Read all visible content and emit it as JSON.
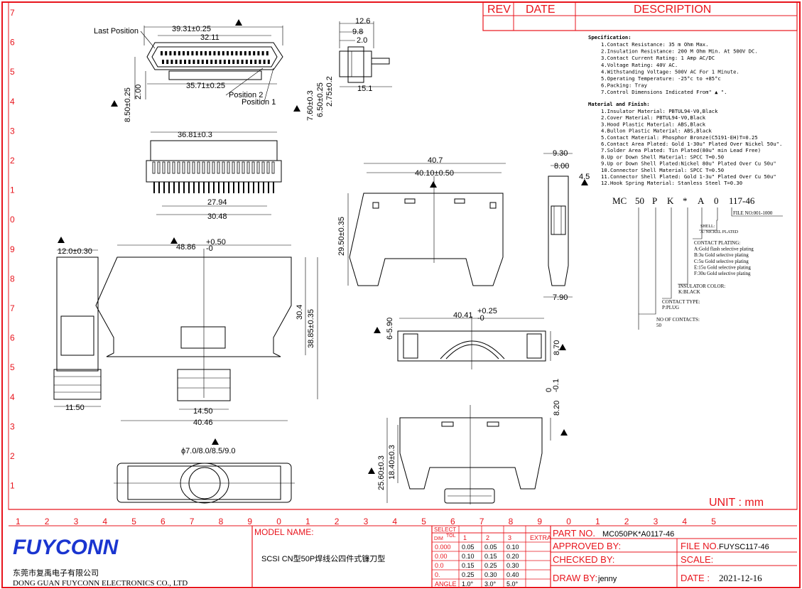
{
  "revision_table": {
    "rev": "REV",
    "date": "DATE",
    "description": "DESCRIPTION"
  },
  "grid": {
    "left_numbers": [
      "7",
      "6",
      "5",
      "4",
      "3",
      "2",
      "1",
      "0",
      "9",
      "8",
      "7",
      "6",
      "5",
      "4",
      "3",
      "2",
      "1"
    ],
    "bottom_numbers": [
      "1",
      "2",
      "3",
      "4",
      "5",
      "6",
      "7",
      "8",
      "9",
      "0",
      "1",
      "2",
      "3",
      "4",
      "5",
      "6",
      "7",
      "8",
      "9",
      "0",
      "1",
      "2",
      "3",
      "4",
      "5"
    ]
  },
  "specification": {
    "title": "Specification:",
    "items": [
      "1.Contact Resistance: 35 m Ohm Max.",
      "2.Insulation Resistance: 200 M Ohm Min. At 500V DC.",
      "3.Contact Current Rating: 1 Amp AC/DC",
      "4.Voltage Rating: 40V AC.",
      "4.Withstanding Voltage: 500V AC For 1 Minute.",
      "5.Operating Temperature: -25°c to +85°c",
      "6.Packing: Tray",
      "7.Control Dimensions Indicated From\" ▲ \"."
    ]
  },
  "materials": {
    "title": "Material and Finish:",
    "items": [
      "1.Insulator Material: PBTUL94-V0,Black",
      "2.Cover Material: PBTUL94-V0,Black",
      "3.Hood Plastic Material: ABS,Black",
      "4.Bullon Plastic Material: ABS,Black",
      "5.Contact Material: Phosphor Bronze(C5191-EH)T=0.25",
      "6.Contact Area Plated: Gold 1-30u\" Plated  Over Nickel 50u\".",
      "7.Solder Area Plated: Tin Plated(80u\" min Lead Free)",
      "8.Up or Down Shell Material: SPCC T=0.50",
      "9.Up or Down Shell Plated:Nickel 80u\" Plated  Over Cu 50u\"",
      "10.Connector Shell Material: SPCC T=0.50",
      "11.Connector Shell Plated: Gold 1-3u\" Plated  Over Cu 50u\"",
      "12.Hook Spring Material: Stanless Steel T=0.30"
    ]
  },
  "part_code": {
    "segments": [
      "MC",
      "50",
      "P",
      "K",
      "*",
      "A",
      "0",
      "117-46"
    ],
    "file_no": "FILE NO:001-1000",
    "shell": [
      "SHELL:",
      "A: NICKEL PLATED"
    ],
    "plating": [
      "CONTACT PLATING:",
      "A:Gold flash selective plating",
      "B:3u Gold selective plating",
      "C:5u Gold selective plating",
      "E:15u Gold selective plating",
      "F:30u Gold selective plating"
    ],
    "insulator": [
      "INSULATOR COLOR:",
      "K:BLACK"
    ],
    "contact_type": [
      "CONTACT TYPE:",
      "P:PLUG"
    ],
    "contacts": [
      "NO  OF CONTACTS:",
      "50"
    ]
  },
  "dimensions": {
    "top_view": [
      "39.31±0.25",
      "32.11",
      "35.71±0.25",
      "8.50±0.25",
      "2.00",
      "Last Position",
      "Position 2",
      "Position 1"
    ],
    "side_small": [
      "12.6",
      "9.8",
      "2.0",
      "15.1",
      "7.60±0.3",
      "6.50±0.25",
      "2.75±0.2"
    ],
    "bottom_pins": [
      "36.81±0.3",
      "27.94",
      "30.48"
    ],
    "front_hood": [
      "40.7",
      "40.10±0.50",
      "29.50±0.35"
    ],
    "side_hood": [
      "9.30",
      "8.00",
      "4.5",
      "7.90"
    ],
    "left_side": [
      "12.0±0.30",
      "11.50"
    ],
    "main_cover": [
      "48.86",
      "+0.50",
      "-0",
      "30.4",
      "38.85±0.35",
      "14.50",
      "40.46"
    ],
    "shell_top": [
      "40.41",
      "+0.25",
      "-0",
      "6-5.90",
      "8.70"
    ],
    "shell_bottom": [
      "25.60±0.3",
      "18.40±0.3",
      "8.20",
      "0",
      "-0.1"
    ],
    "cable": "ϕ7.0/8.0/8.5/9.0"
  },
  "unit": "UNIT  :  mm",
  "title_block": {
    "logo": "FUYCONN",
    "company_cn": "东莞市复禹电子有限公司",
    "company_en": "DONG GUAN FUYCONN ELECTRONICS CO., LTD",
    "model_label": "MODEL NAME:",
    "model_name": "SCSI  CN型50P焊线公四件式镰刀型",
    "select_label": "SELECT",
    "dim_label": "DIM",
    "tol_label": "TOL",
    "col_heads": [
      "1",
      "2",
      "3",
      "EXTRA"
    ],
    "rows": [
      [
        "0.000",
        "0.05",
        "0.05",
        "0.10"
      ],
      [
        "0.00",
        "0.10",
        "0.15",
        "0.20"
      ],
      [
        "0.0",
        "0.15",
        "0.25",
        "0.30"
      ],
      [
        "0.",
        "0.25",
        "0.30",
        "0.40"
      ],
      [
        "ANGLE",
        "1.0°",
        "3.0°",
        "5.0°"
      ]
    ],
    "part_no_label": "PART  NO.",
    "part_no": "MC050PK*A0117-46",
    "approved_label": "APPROVED  BY:",
    "file_no_label": "FILE  NO.",
    "file_no": "FUYSC117-46",
    "checked_label": "CHECKED  BY:",
    "scale_label": "SCALE:",
    "draw_label": "DRAW  BY:",
    "draw_by": "jenny",
    "date_label": "DATE  :",
    "date": "2021-12-16"
  },
  "colors": {
    "frame": "#e8141c",
    "logo": "#1a35d0",
    "ink": "#000000"
  }
}
